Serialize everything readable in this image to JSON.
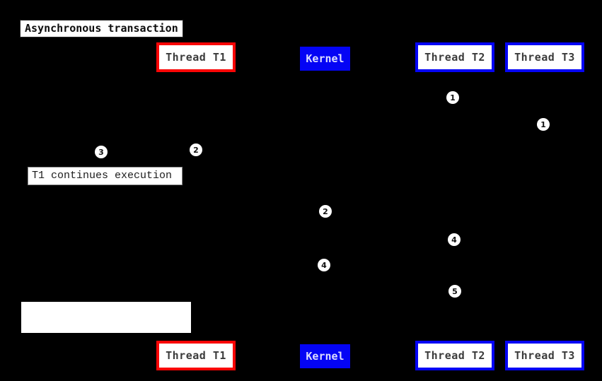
{
  "colors": {
    "background": "#000000",
    "accent-red": "#fa0505",
    "accent-blue": "#0404f5",
    "box-white": "#ffffff",
    "thread-text": "#3b3b3b",
    "kernel-text": "#dcdcff",
    "note-border": "#8a8a8a"
  },
  "diagram": {
    "title": "Asynchronous transaction",
    "participants": [
      {
        "label": "Thread T1"
      },
      {
        "label": "Kernel"
      },
      {
        "label": "Thread T2"
      },
      {
        "label": "Thread T3"
      }
    ],
    "note": {
      "text": "T1 continues execution"
    },
    "blank_label": {
      "text": ""
    },
    "markers": [
      {
        "label": "1"
      },
      {
        "label": "1"
      },
      {
        "label": "2"
      },
      {
        "label": "3"
      },
      {
        "label": "2"
      },
      {
        "label": "4"
      },
      {
        "label": "4"
      },
      {
        "label": "5"
      }
    ]
  }
}
